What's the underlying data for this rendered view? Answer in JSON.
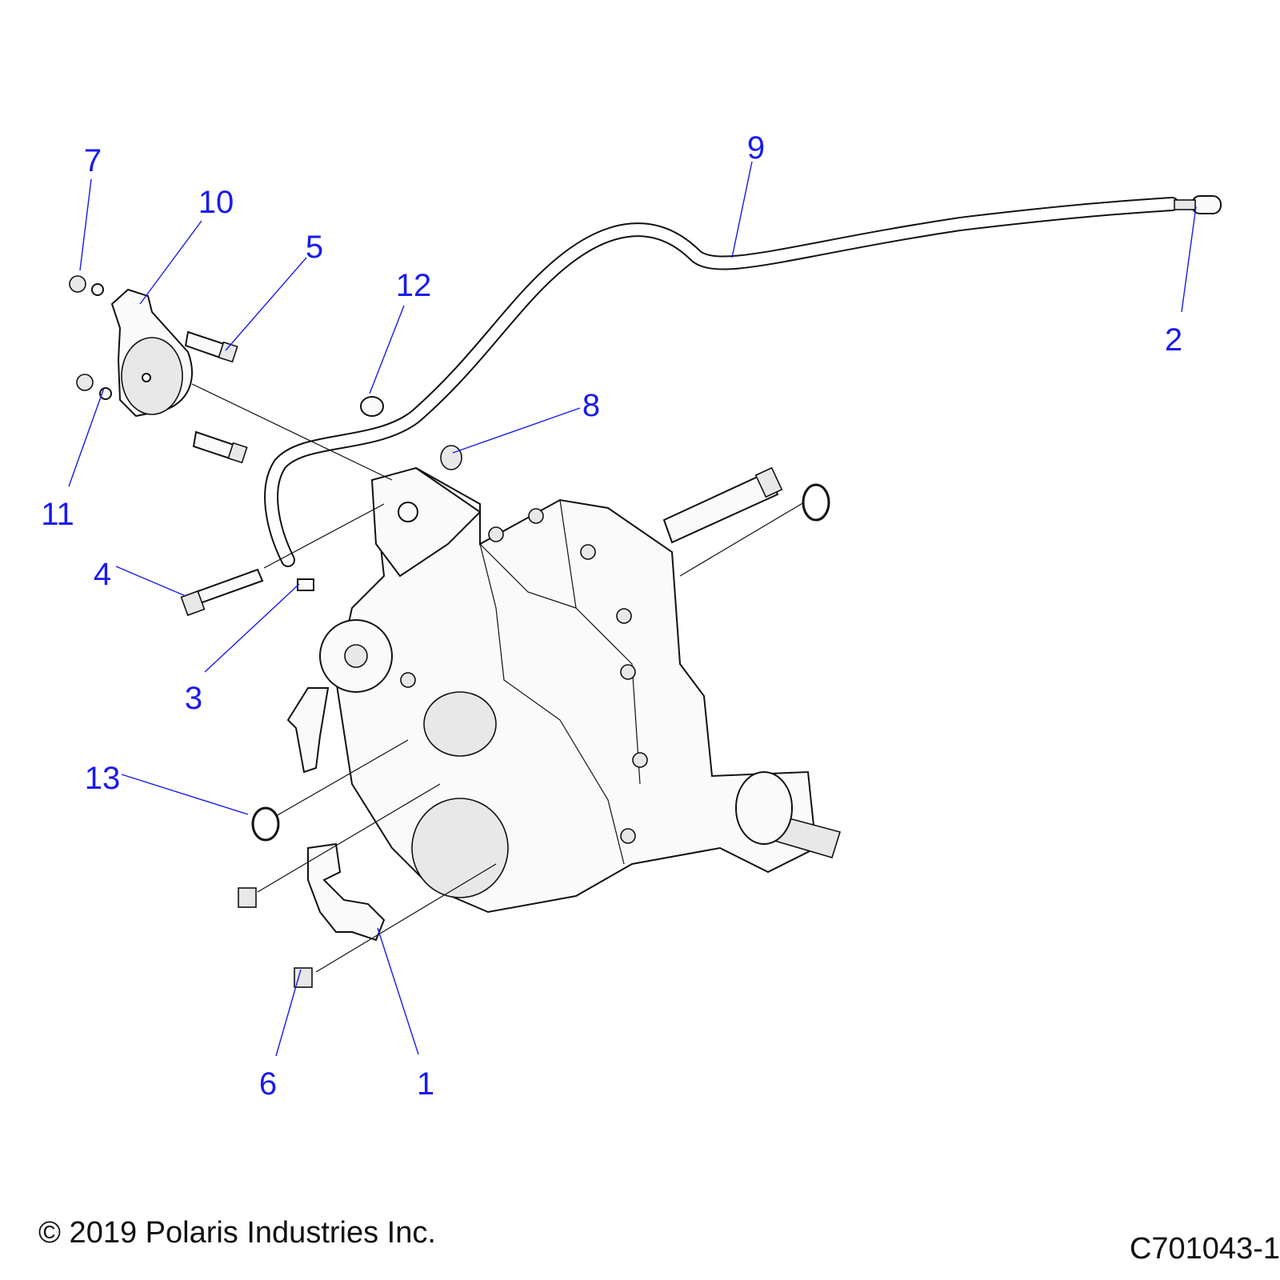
{
  "colors": {
    "callout": "#1a1aee",
    "line": "#111111"
  },
  "callouts": [
    {
      "label": "1"
    },
    {
      "label": "2"
    },
    {
      "label": "3"
    },
    {
      "label": "4"
    },
    {
      "label": "5"
    },
    {
      "label": "6"
    },
    {
      "label": "7"
    },
    {
      "label": "8"
    },
    {
      "label": "9"
    },
    {
      "label": "10"
    },
    {
      "label": "11"
    },
    {
      "label": "12"
    },
    {
      "label": "13"
    }
  ],
  "footer": {
    "copyright": "© 2019 Polaris Industries Inc.",
    "diagram_id": "C701043-1"
  }
}
